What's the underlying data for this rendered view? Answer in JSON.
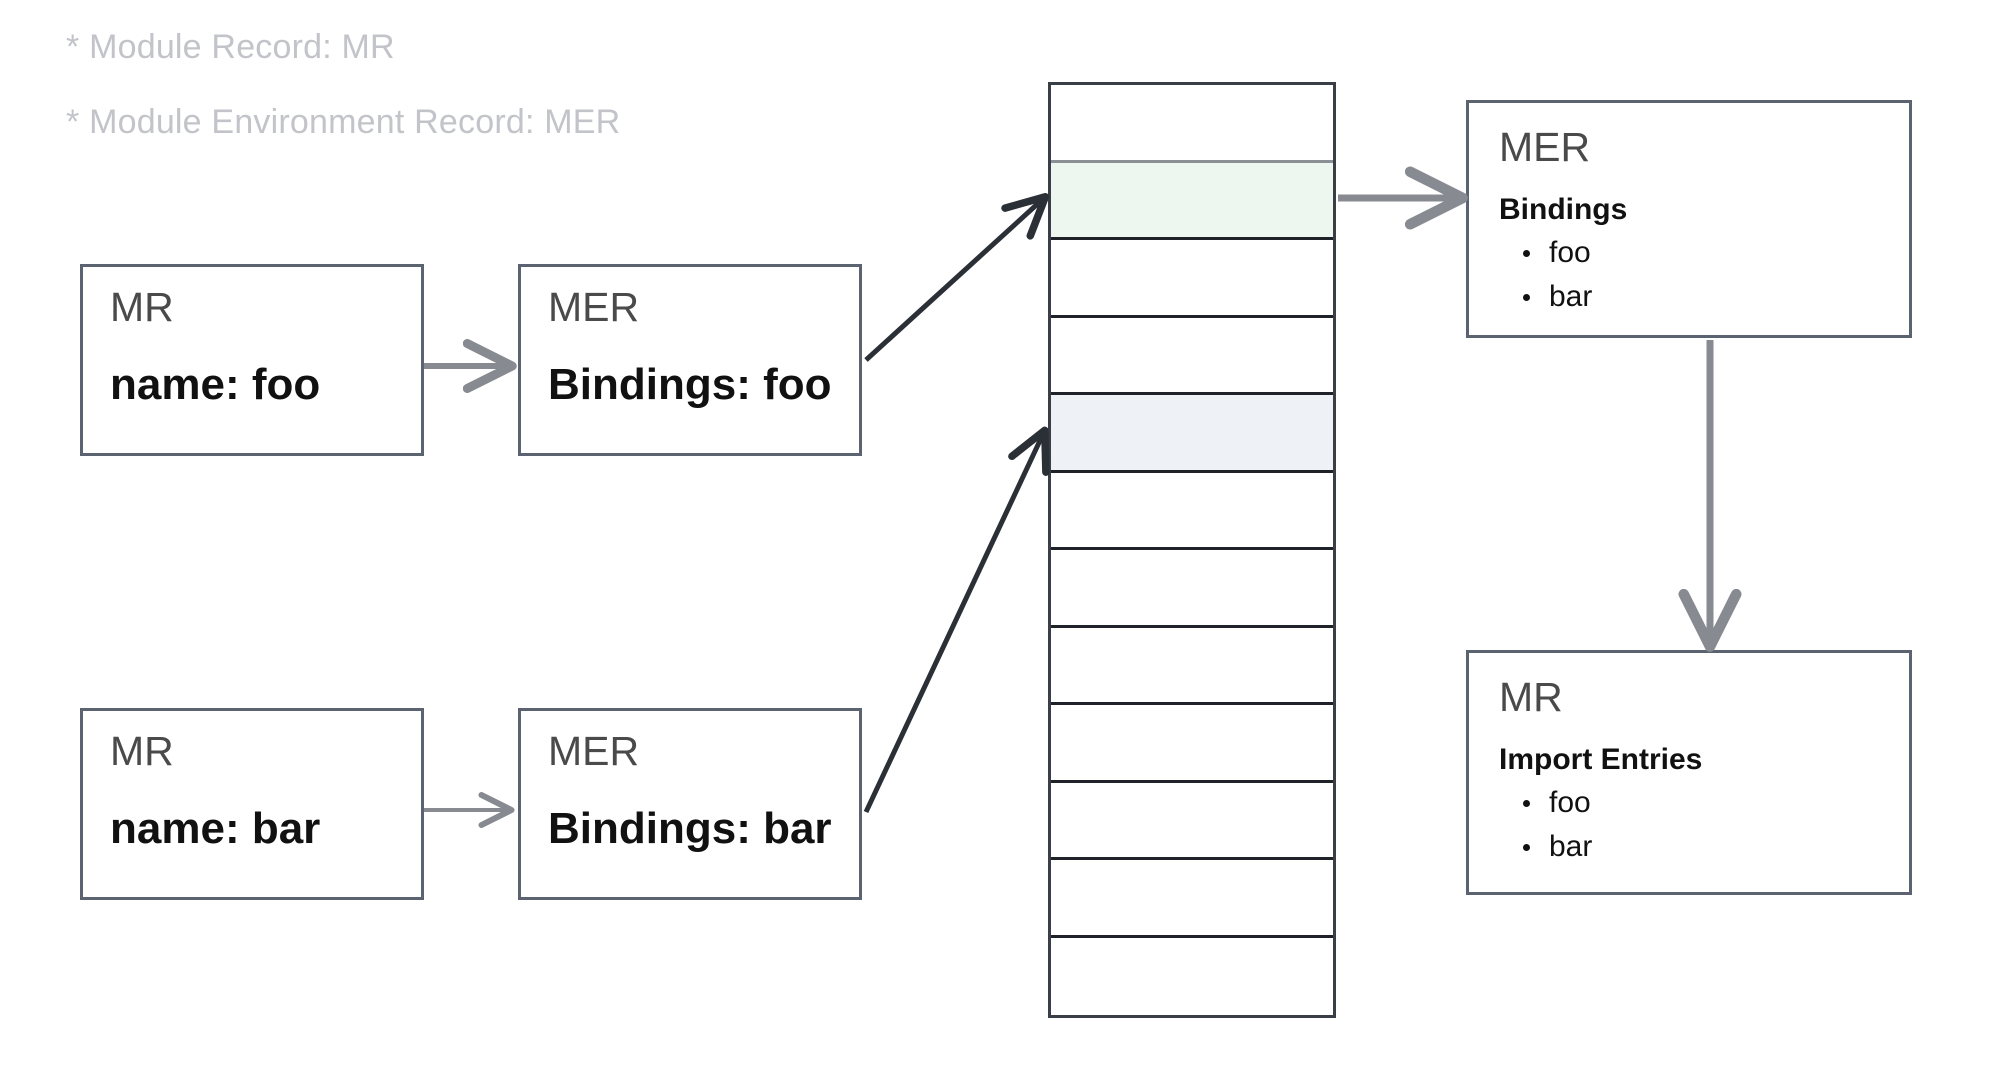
{
  "legend": {
    "lines": [
      "* Module Record: MR",
      "* Module Environment Record: MER"
    ]
  },
  "colors": {
    "legend_text": "#c2c4c9",
    "box_border": "#5c6370",
    "stack_border": "#3a3f47",
    "cell_divider": "#1f2329",
    "highlight_green": "#edf7ef",
    "highlight_blue": "#eef2f7",
    "arrow_gray": "#878b91",
    "arrow_dark": "#2b2f36",
    "title_text": "#4a4a4a",
    "body_text": "#111111"
  },
  "left_pairs": [
    {
      "record": {
        "title": "MR",
        "value": "name: foo"
      },
      "environment": {
        "title": "MER",
        "value": "Bindings: foo"
      }
    },
    {
      "record": {
        "title": "MR",
        "value": "name: bar"
      },
      "environment": {
        "title": "MER",
        "value": "Bindings: bar"
      }
    }
  ],
  "stack": {
    "cell_count": 12,
    "cells": [
      {
        "index": 1,
        "fill": "none",
        "divider": "gray"
      },
      {
        "index": 2,
        "fill": "green",
        "divider": "dark",
        "linked_to": "Bindings: foo"
      },
      {
        "index": 3,
        "fill": "none",
        "divider": "dark"
      },
      {
        "index": 4,
        "fill": "none",
        "divider": "dark"
      },
      {
        "index": 5,
        "fill": "blue",
        "divider": "dark",
        "linked_to": "Bindings: bar"
      },
      {
        "index": 6,
        "fill": "none",
        "divider": "dark"
      },
      {
        "index": 7,
        "fill": "none",
        "divider": "dark"
      },
      {
        "index": 8,
        "fill": "none",
        "divider": "dark"
      },
      {
        "index": 9,
        "fill": "none",
        "divider": "dark"
      },
      {
        "index": 10,
        "fill": "none",
        "divider": "dark"
      },
      {
        "index": 11,
        "fill": "none",
        "divider": "dark"
      },
      {
        "index": 12,
        "fill": "none",
        "divider": "none"
      }
    ]
  },
  "right_nodes": {
    "mer": {
      "title": "MER",
      "subtitle": "Bindings",
      "bullets": [
        "foo",
        "bar"
      ]
    },
    "mr": {
      "title": "MR",
      "subtitle": "Import Entries",
      "bullets": [
        "foo",
        "bar"
      ]
    }
  }
}
